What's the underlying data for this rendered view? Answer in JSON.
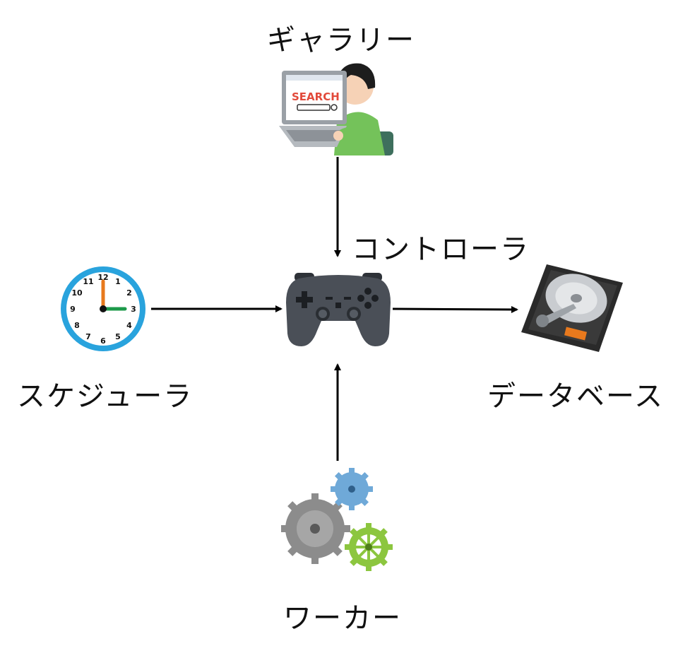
{
  "nodes": {
    "gallery": {
      "label": "ギャラリー",
      "icon": "person-laptop-search-icon"
    },
    "controller": {
      "label": "コントローラ",
      "icon": "gamepad-icon"
    },
    "scheduler": {
      "label": "スケジューラ",
      "icon": "clock-icon"
    },
    "database": {
      "label": "データベース",
      "icon": "hard-disk-icon"
    },
    "worker": {
      "label": "ワーカー",
      "icon": "gears-icon"
    }
  },
  "laptop_screen_text": "SEARCH",
  "edges": [
    {
      "from": "ギャラリー",
      "to": "コントローラ"
    },
    {
      "from": "スケジューラ",
      "to": "コントローラ"
    },
    {
      "from": "コントローラ",
      "to": "データベース"
    },
    {
      "from": "ワーカー",
      "to": "コントローラ"
    }
  ],
  "colors": {
    "arrow": "#000000",
    "clock_ring": "#29a3dd",
    "gamepad": "#4a4f57",
    "gear_gray": "#8c8c8c",
    "gear_blue": "#6fa9d8",
    "gear_green": "#8cc63f",
    "person_shirt": "#74c25a"
  }
}
